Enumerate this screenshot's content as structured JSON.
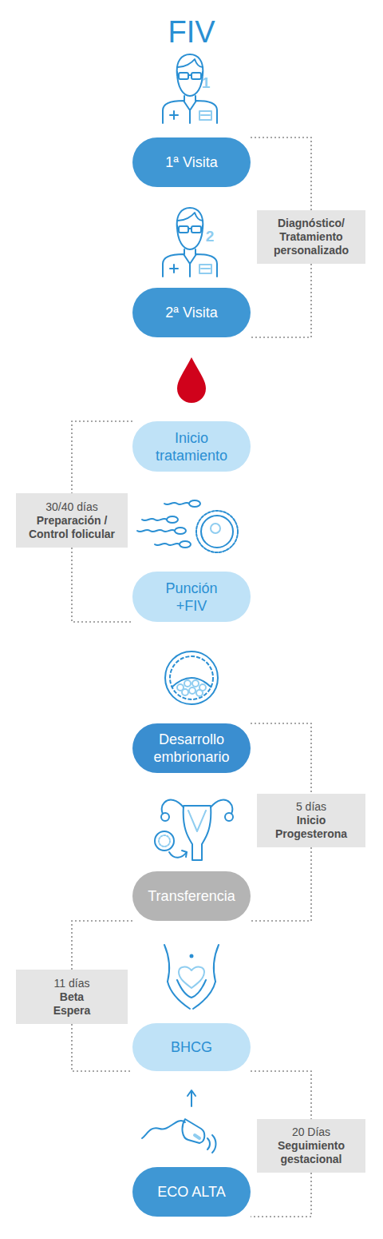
{
  "diagram": {
    "title": "FIV",
    "nodes": [
      {
        "text": [
          "1ª Visita"
        ]
      },
      {
        "text": [
          "Diagnóstico/ Tratamiento personalizado"
        ]
      },
      {
        "text": [
          "2ª Visita"
        ]
      },
      {
        "text": [
          "Inicio tratamiento"
        ]
      },
      {
        "text": [
          "30/40 días",
          "Preparación / Control folicular"
        ]
      },
      {
        "text": [
          "Punción +FIV"
        ]
      },
      {
        "text": [
          "Desarrollo embrionario"
        ]
      },
      {
        "text": [
          "5 días",
          "Inicio Progesterona"
        ]
      },
      {
        "text": [
          "Transferencia"
        ]
      },
      {
        "text": [
          "11 días",
          "Beta Espera"
        ]
      },
      {
        "text": [
          "BHCG"
        ]
      },
      {
        "text": [
          "20 Días",
          "Seguimiento gestacional"
        ]
      },
      {
        "text": [
          "ECO ALTA"
        ]
      }
    ],
    "edges": [
      {
        "from": 0,
        "to": 1,
        "arrow": "none"
      },
      {
        "from": 1,
        "to": 2,
        "arrow": "none"
      },
      {
        "from": 3,
        "to": 4,
        "arrow": "none"
      },
      {
        "from": 4,
        "to": 5,
        "arrow": "none"
      },
      {
        "from": 6,
        "to": 7,
        "arrow": "none"
      },
      {
        "from": 7,
        "to": 8,
        "arrow": "none"
      },
      {
        "from": 8,
        "to": 9,
        "arrow": "none"
      },
      {
        "from": 9,
        "to": 10,
        "arrow": "none"
      },
      {
        "from": 10,
        "to": 11,
        "arrow": "none"
      },
      {
        "from": 11,
        "to": 12,
        "arrow": "none"
      }
    ],
    "labels": [
      "1",
      "2"
    ]
  }
}
